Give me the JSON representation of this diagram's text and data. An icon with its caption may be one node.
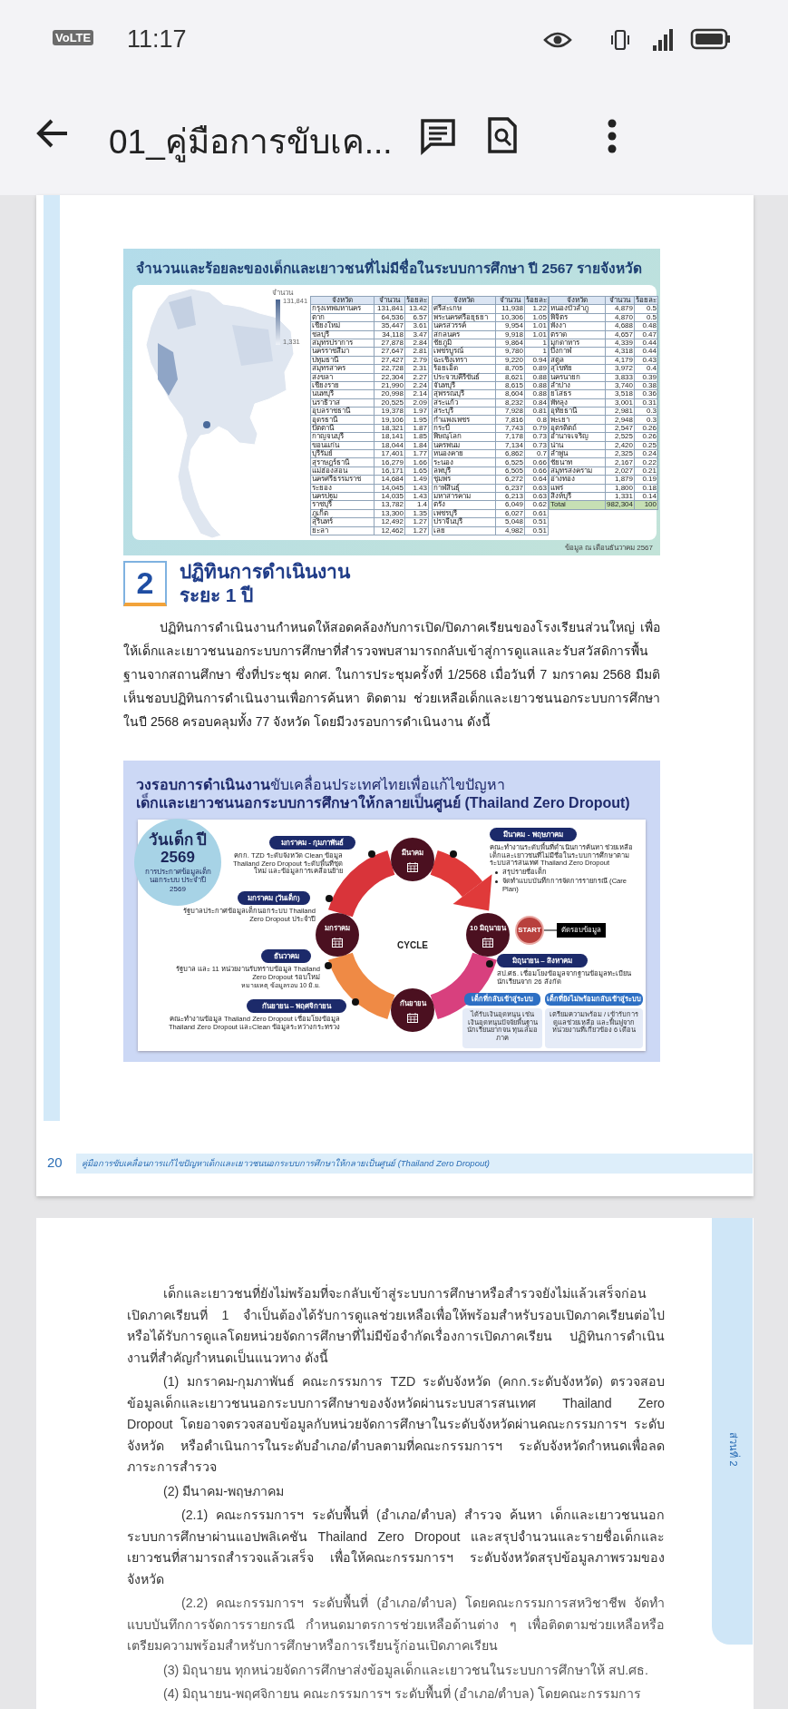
{
  "diagram": {
    "nodes": [
      {
        "text": [
          "2"
        ],
        "beside": [
          "ปฏิทินการดำเนินงาน",
          "ระยะ 1 ปี"
        ]
      },
      {
        "text": [
          "วันเด็ก ปี 2569",
          "การประกาศข้อมูลเด็กนอกระบบ ประจำปี 2569"
        ]
      },
      {
        "text": [
          "มกราคม - กุมภาพันธ์"
        ],
        "beside": [
          "คกก. TZD ระดับจังหวัด Clean ข้อมูล Thailand Zero Dropout ระดับพื้นที่ชุดใหม่ และข้อมูลการเคลื่อนย้าย"
        ]
      },
      {
        "text": [
          "มกราคม (วันเด็ก)"
        ],
        "beside": [
          "รัฐบาลประกาศข้อมูลเด็กนอกระบบ Thailand Zero Dropout ประจำปี"
        ]
      },
      {
        "text": [
          "ธันวาคม"
        ],
        "beside": [
          "รัฐบาล และ 11 หน่วยงานรับทราบข้อมูล Thailand Zero Dropout รอบใหม่",
          "หมายเหตุ ข้อมูลรอบ 10 มิ.ย."
        ]
      },
      {
        "text": [
          "กันยายน – พฤศจิกายน"
        ],
        "beside": [
          "คณะทำงานข้อมูล Thailand Zero Dropout เชื่อมโยงข้อมูล Thailand Zero Dropout และClean ข้อมูลระหว่างกระทรวง"
        ]
      },
      {
        "text": [
          "มีนาคม"
        ]
      },
      {
        "text": [
          "มกราคม"
        ]
      },
      {
        "text": [
          "10 มิถุนายน"
        ]
      },
      {
        "text": [
          "กันยายน"
        ]
      },
      {
        "text": [
          "START"
        ]
      },
      {
        "text": [
          "ตัดรอบข้อมูล"
        ]
      },
      {
        "text": [
          "มีนาคม - พฤษภาคม"
        ],
        "beside": [
          "คณะทำงานระดับพื้นที่ดำเนินการค้นหา ช่วยเหลือเด็กและเยาวชนที่ไม่มีชื่อในระบบการศึกษาตามระบบสารสนเทศ Thailand Zero Dropout",
          "สรุปรายชื่อเด็ก",
          "จัดทำแบบบันทึกการจัดการรายกรณี (Care Plan)"
        ]
      },
      {
        "text": [
          "มิถุนายน – สิงหาคม"
        ],
        "beside": [
          "สป.ศธ. เชื่อมโยงข้อมูลจากฐานข้อมูลทะเบียนนักเรียนจาก 26 สังกัด"
        ]
      },
      {
        "text": [
          "เด็กที่กลับเข้าสู่ระบบ"
        ]
      },
      {
        "text": [
          "ได้รับเงินอุดหนุน เช่น เงินอุดหนุนปัจจัยพื้นฐานนักเรียนยากจน ทุนเสมอภาค"
        ]
      },
      {
        "text": [
          "เด็กที่ยังไม่พร้อมกลับเข้าสู่ระบบ"
        ]
      },
      {
        "text": [
          "เตรียมความพร้อม / เข้ารับการดูแลช่วยเหลือ และฟื้นฟูจากหน่วยงานที่เกี่ยวข้อง 6 เดือน"
        ]
      }
    ],
    "edges": [
      {
        "from": 7,
        "to": 6,
        "arrow": "none",
        "color": "#d9343a"
      },
      {
        "from": 6,
        "to": 8,
        "arrow": "to",
        "color": "#e03a3a"
      },
      {
        "from": 8,
        "to": 9,
        "arrow": "none",
        "color": "#d8407e"
      },
      {
        "from": 9,
        "to": 7,
        "arrow": "none",
        "color": "#ef8a45"
      },
      {
        "from": 10,
        "to": 11,
        "arrow": "none",
        "color": "#555555"
      }
    ],
    "labels": [
      "VoLTE",
      "11:17",
      "01_คู่มือการขับเค...",
      "จำนวนและร้อยละของเด็กและเยาวชนที่ไม่มีชื่อในระบบการศึกษา ปี 2567 รายจังหวัด",
      "จำนวน",
      "131,841",
      "1,331",
      "จังหวัด",
      "จำนวน",
      "ร้อยละ",
      "กรุงเทพมหานคร",
      "131,841",
      "13.42",
      "ตาก",
      "64,536",
      "6.57",
      "เชียงใหม่",
      "35,447",
      "3.61",
      "ชลบุรี",
      "34,118",
      "3.47",
      "สมุทรปราการ",
      "27,878",
      "2.84",
      "นครราชสีมา",
      "27,647",
      "2.81",
      "ปทุมธานี",
      "27,427",
      "2.79",
      "สมุทรสาคร",
      "22,728",
      "2.31",
      "สงขลา",
      "22,304",
      "2.27",
      "เชียงราย",
      "21,990",
      "2.24",
      "นนทบุรี",
      "20,998",
      "2.14",
      "นราธิวาส",
      "20,525",
      "2.09",
      "อุบลราชธานี",
      "19,378",
      "1.97",
      "อุดรธานี",
      "19,106",
      "1.95",
      "ปัตตานี",
      "18,321",
      "1.87",
      "กาญจนบุรี",
      "18,141",
      "1.85",
      "ขอนแก่น",
      "18,044",
      "1.84",
      "บุรีรัมย์",
      "17,401",
      "1.77",
      "สุราษฎร์ธานี",
      "16,279",
      "1.66",
      "แม่ฮ่องสอน",
      "16,171",
      "1.65",
      "นครศรีธรรมราช",
      "14,684",
      "1.49",
      "ระยอง",
      "14,045",
      "1.43",
      "นครปฐม",
      "14,035",
      "1.43",
      "ราชบุรี",
      "13,782",
      "1.4",
      "ภูเก็ต",
      "13,300",
      "1.35",
      "สุรินทร์",
      "12,492",
      "1.27",
      "ยะลา",
      "12,462",
      "1.27",
      "จังหวัด",
      "จำนวน",
      "ร้อยละ",
      "ศรีสะเกษ",
      "11,938",
      "1.22",
      "พระนครศรีอยุธยา",
      "10,306",
      "1.05",
      "นครสวรรค์",
      "9,954",
      "1.01",
      "สกลนคร",
      "9,918",
      "1.01",
      "ชัยภูมิ",
      "9,864",
      "1",
      "เพชรบูรณ์",
      "9,780",
      "1",
      "ฉะเชิงเทรา",
      "9,220",
      "0.94",
      "ร้อยเอ็ด",
      "8,705",
      "0.89",
      "ประจวบคีรีขันธ์",
      "8,621",
      "0.88",
      "จันทบุรี",
      "8,615",
      "0.88",
      "สุพรรณบุรี",
      "8,604",
      "0.88",
      "สระแก้ว",
      "8,232",
      "0.84",
      "สระบุรี",
      "7,928",
      "0.81",
      "กำแพงเพชร",
      "7,816",
      "0.8",
      "กระบี่",
      "7,743",
      "0.79",
      "พิษณุโลก",
      "7,178",
      "0.73",
      "นครพนม",
      "7,134",
      "0.73",
      "หนองคาย",
      "6,862",
      "0.7",
      "ระนอง",
      "6,525",
      "0.66",
      "ลพบุรี",
      "6,505",
      "0.66",
      "ชุมพร",
      "6,272",
      "0.64",
      "กาฬสินธุ์",
      "6,237",
      "0.63",
      "มหาสารคาม",
      "6,213",
      "0.63",
      "ตรัง",
      "6,049",
      "0.62",
      "เพชรบุรี",
      "6,027",
      "0.61",
      "ปราจีนบุรี",
      "5,048",
      "0.51",
      "เลย",
      "4,982",
      "0.51",
      "จังหวัด",
      "จำนวน",
      "ร้อยละ",
      "หนองบัวลำภู",
      "4,879",
      "0.5",
      "พิจิตร",
      "4,870",
      "0.5",
      "พังงา",
      "4,688",
      "0.48",
      "ตราด",
      "4,657",
      "0.47",
      "มุกดาหาร",
      "4,339",
      "0.44",
      "บึงกาฬ",
      "4,318",
      "0.44",
      "สตูล",
      "4,179",
      "0.43",
      "สุโขทัย",
      "3,972",
      "0.4",
      "นครนายก",
      "3,833",
      "0.39",
      "ลำปาง",
      "3,740",
      "0.38",
      "ยโสธร",
      "3,518",
      "0.36",
      "พัทลุง",
      "3,001",
      "0.31",
      "อุทัยธานี",
      "2,981",
      "0.3",
      "พะเยา",
      "2,948",
      "0.3",
      "อุตรดิตถ์",
      "2,547",
      "0.26",
      "อำนาจเจริญ",
      "2,525",
      "0.26",
      "น่าน",
      "2,420",
      "0.25",
      "ลำพูน",
      "2,325",
      "0.24",
      "ชัยนาท",
      "2,167",
      "0.22",
      "สมุทรสงคราม",
      "2,027",
      "0.21",
      "อ่างทอง",
      "1,879",
      "0.19",
      "แพร่",
      "1,800",
      "0.18",
      "สิงห์บุรี",
      "1,331",
      "0.14",
      "Total",
      "982,304",
      "100",
      "ข้อมูล ณ เดือนธันวาคม 2567",
      "ปฏิทินการดำเนินงานกำหนดให้สอดคล้องกับการเปิด/ปิดภาคเรียนของโรงเรียนส่วนใหญ่ เพื่อให้เด็กและเยาวชนนอกระบบการศึกษาที่สำรวจพบสามารถกลับเข้าสู่การดูแลและรับสวัสดิการพื้นฐานจากสถานศึกษา ซึ่งที่ประชุม คกศ. ในการประชุมครั้งที่ 1/2568 เมื่อวันที่ 7 มกราคม 2568 มีมติเห็นชอบปฏิทินการดำเนินงานเพื่อการค้นหา ติดตาม ช่วยเหลือเด็กและเยาวชนนอกระบบการศึกษาในปี 2568 ครอบคลุมทั้ง 77 จังหวัด โดยมีวงรอบการดำเนินงาน ดังนี้",
      "**วงรอบการดำเนินงาน**ขับเคลื่อนประเทศไทยเพื่อแก้ไขปัญหา",
      "เด็กและเยาวชนนอกระบบการศึกษาให้กลายเป็นศูนย์ (Thailand Zero Dropout)",
      "CYCLE",
      "20",
      "คู่มือการขับเคลื่อนการแก้ไขปัญหาเด็กและเยาวชนนอกระบบการศึกษาให้กลายเป็นศูนย์ (Thailand Zero Dropout)",
      "เด็กและเยาวชนที่ยังไม่พร้อมที่จะกลับเข้าสู่ระบบการศึกษาหรือสำรวจยังไม่แล้วเสร็จก่อนเปิดภาคเรียนที่ 1 จำเป็นต้องได้รับการดูแลช่วยเหลือเพื่อให้พร้อมสำหรับรอบเปิดภาคเรียนต่อไป หรือได้รับการดูแลโดยหน่วยจัดการศึกษาที่ไม่มีข้อจำกัดเรื่องการเปิดภาคเรียน ปฏิทินการดำเนินงานที่สำคัญกำหนดเป็นแนวทาง ดังนี้",
      "(1) มกราคม-กุมภาพันธ์ คณะกรรมการ TZD ระดับจังหวัด (คกก.ระดับจังหวัด) ตรวจสอบข้อมูลเด็กและเยาวชนนอกระบบการศึกษาของจังหวัดผ่านระบบสารสนเทศ Thailand Zero Dropout โดยอาจตรวจสอบข้อมูลกับหน่วยจัดการศึกษาในระดับจังหวัดผ่านคณะกรรมการฯ ระดับจังหวัด หรือดำเนินการในระดับอำเภอ/ตำบลตามที่คณะกรรมการฯ ระดับจังหวัดกำหนดเพื่อลดภาระการสำรวจ",
      "(2) มีนาคม-พฤษภาคม",
      "(2.1) คณะกรรมการฯ ระดับพื้นที่ (อำเภอ/ตำบล) สำรวจ ค้นหา เด็กและเยาวชนนอกระบบการศึกษาผ่านแอปพลิเคชัน Thailand Zero Dropout และสรุปจำนวนและรายชื่อเด็กและเยาวชนที่สามารถสำรวจแล้วเสร็จ เพื่อให้คณะกรรมการฯ ระดับจังหวัดสรุปข้อมูลภาพรวมของจังหวัด",
      "(2.2) คณะกรรมการฯ ระดับพื้นที่ (อำเภอ/ตำบล) โดยคณะกรรมการสหวิชาชีพ จัดทำแบบบันทึกการจัดการรายกรณี กำหนดมาตรการช่วยเหลือด้านต่าง ๆ เพื่อติดตามช่วยเหลือหรือเตรียมความพร้อมสำหรับการศึกษาหรือการเรียนรู้ก่อนเปิดภาคเรียน",
      "(3) มิถุนายน ทุกหน่วยจัดการศึกษาส่งข้อมูลเด็กและเยาวชนในระบบการศึกษาให้ สป.ศธ.",
      "(4) มิถุนายน-พฤศจิกายน คณะกรรมการฯ ระดับพื้นที่ (อำเภอ/ตำบล) โดยคณะกรรมการ",
      "ส่วนที่ 2"
    ]
  }
}
